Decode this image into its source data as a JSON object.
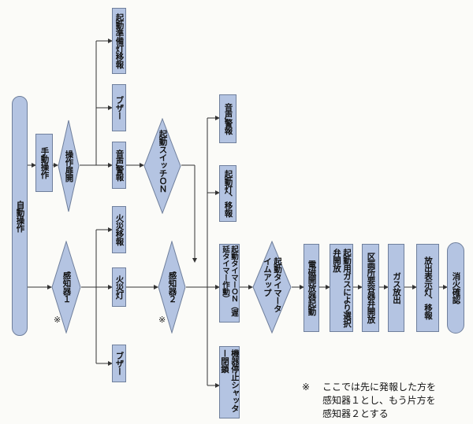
{
  "diagram": {
    "start_auto": "自動操作",
    "manual": "手動操作",
    "box_open": "操作扉開",
    "lamp_move": "起動準備灯移報",
    "buzzer_top": "ブザー",
    "bell": "音声警報",
    "switch_on": "起動スイッチＯＮ",
    "sensor1": "感知器１",
    "fire_move": "火災移報",
    "fire_lamp": "火災灯",
    "buzzer_bottom": "ブザー",
    "sensor2": "感知器２",
    "alarm2": "音声警報",
    "lamp2": "起動灯、移報",
    "timer_on": "起動タイマーＯＮ（遅延タイマー作動）",
    "timer_up": "起動タイマータイムアップ",
    "valve_open": "電磁開放器起動",
    "gas_select": "起動用ガスにより選択弁開放",
    "container_open": "区画所要容器弁開放",
    "gas_release": "ガス放出",
    "release_lamp": "放出表示灯、移報",
    "confirm": "消火確認",
    "shutter": "機器停止シャッター閉鎖",
    "mark1": "※",
    "mark2": "※"
  },
  "note": {
    "symbol": "※",
    "line1": "ここでは先に発報した方を",
    "line2": "感知器１とし、もう片方を",
    "line3": "感知器２とする"
  }
}
